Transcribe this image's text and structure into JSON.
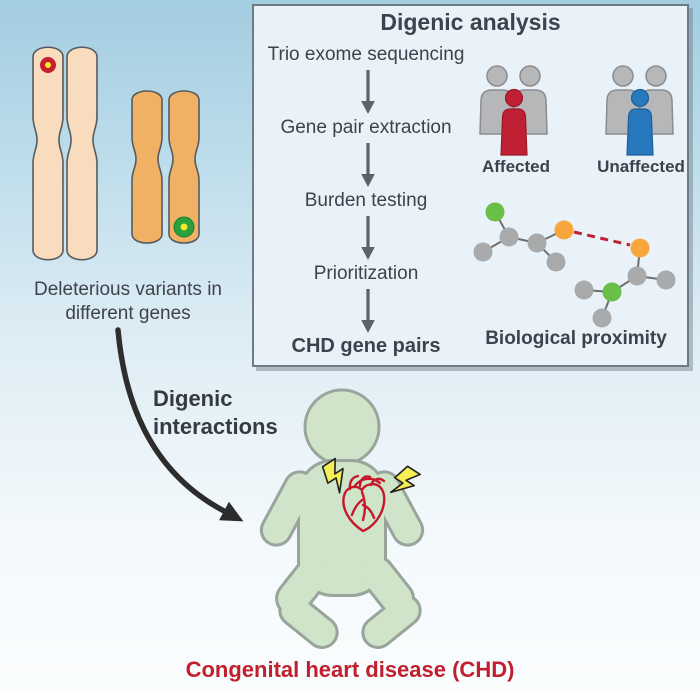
{
  "left_panel": {
    "caption_line1": "Deleterious variants in",
    "caption_line2": "different genes"
  },
  "digenic_box": {
    "title": "Digenic analysis",
    "flow_steps": [
      "Trio exome sequencing",
      "Gene pair extraction",
      "Burden testing",
      "Prioritization",
      "CHD gene pairs"
    ],
    "affected_label": "Affected",
    "unaffected_label": "Unaffected",
    "network_label": "Biological proximity"
  },
  "arrow_annotation": {
    "line1": "Digenic",
    "line2": "interactions"
  },
  "footer_caption": "Congenital heart disease (CHD)",
  "icons": {
    "chromosome-pair-light-icon": "tall peach chromosome pair with red variant dot",
    "chromosome-pair-dark-icon": "short orange chromosome pair with green variant dot",
    "trio-affected-icon": "two gray parents with red child",
    "trio-unaffected-icon": "two gray parents with blue child",
    "gene-network-icon": "node-link graph with red dashed proximity link",
    "baby-icon": "green infant silhouette",
    "heart-icon": "red line-art anatomical heart",
    "lightning-icon": "yellow lightning bolt",
    "curved-arrow-icon": "black curved arrow",
    "flow-arrow-icon": "gray downward arrow"
  },
  "colors": {
    "background_top": "#a3cde1",
    "background_bottom": "#fbfdfe",
    "box_fill": "#e9f2f8",
    "box_border": "#6e7a84",
    "text_dark": "#3d434d",
    "caption_red": "#c01f2e",
    "affected_red": "#bf2033",
    "unaffected_blue": "#2878be",
    "trio_gray": "#b6b7b9",
    "node_gray": "#a9aaac",
    "node_green": "#6abf47",
    "node_orange": "#f6a63a",
    "dashed_red": "#c11f33",
    "chromosome_light": "#f9dcbd",
    "chromosome_dark": "#f0b164",
    "chromosome_outline": "#565b60",
    "variant_red": "#c41e2f",
    "variant_green": "#2aa03c",
    "variant_center_yellow": "#f6e928",
    "baby_green": "#cfe4c9",
    "baby_outline": "#99a49c",
    "heart_red": "#c5182d",
    "bolt_yellow": "#f6ee55",
    "arrow_dark": "#2d2d2d",
    "flow_arrow_gray": "#5c6268"
  }
}
